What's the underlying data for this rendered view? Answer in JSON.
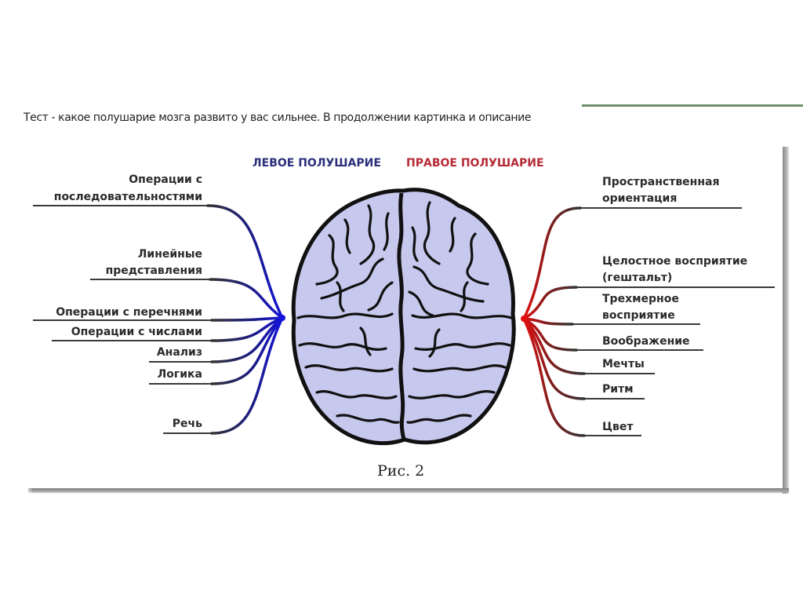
{
  "header": {
    "caption": "Тест - какое полушарие мозга развито у вас сильнее. В продолжении картинка и описание"
  },
  "figure": {
    "left_title": "ЛЕВОЕ ПОЛУШАРИЕ",
    "right_title": "ПРАВОЕ ПОЛУШАРИЕ",
    "figure_caption": "Рис. 2",
    "colors": {
      "left_accent": "#1414d8",
      "right_accent": "#e01010",
      "left_title": "#2a2f7a",
      "right_title": "#b52a35",
      "brain_fill": "#c7c8ee",
      "brain_outline": "#111111"
    },
    "left_items": [
      {
        "lines": [
          "Операции с",
          "последовательностями"
        ]
      },
      {
        "lines": [
          "Линейные",
          "представления"
        ]
      },
      {
        "lines": [
          "Операции с перечнями"
        ]
      },
      {
        "lines": [
          "Операции с числами"
        ]
      },
      {
        "lines": [
          "Анализ"
        ]
      },
      {
        "lines": [
          "Логика"
        ]
      },
      {
        "lines": [
          "Речь"
        ]
      }
    ],
    "right_items": [
      {
        "lines": [
          "Пространственная",
          "ориентация"
        ]
      },
      {
        "lines": [
          "Целостное восприятие",
          "(гештальт)"
        ]
      },
      {
        "lines": [
          "Трехмерное",
          "восприятие"
        ]
      },
      {
        "lines": [
          "Воображение"
        ]
      },
      {
        "lines": [
          "Мечты"
        ]
      },
      {
        "lines": [
          "Ритм"
        ]
      },
      {
        "lines": [
          "Цвет"
        ]
      }
    ]
  }
}
